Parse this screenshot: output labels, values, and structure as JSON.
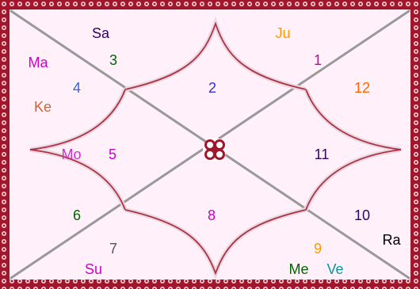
{
  "houses": [
    {
      "number": "1",
      "color": "#cc0099"
    },
    {
      "number": "2",
      "color": "#3333cc"
    },
    {
      "number": "3",
      "color": "#006600"
    },
    {
      "number": "4",
      "color": "#3366cc"
    },
    {
      "number": "5",
      "color": "#cc00cc"
    },
    {
      "number": "6",
      "color": "#006600"
    },
    {
      "number": "7",
      "color": "#555555"
    },
    {
      "number": "8",
      "color": "#cc00cc"
    },
    {
      "number": "9",
      "color": "#ff9900"
    },
    {
      "number": "10",
      "color": "#330066"
    },
    {
      "number": "11",
      "color": "#330066"
    },
    {
      "number": "12",
      "color": "#ff6600"
    }
  ],
  "planets": [
    {
      "abbr": "Sa",
      "color": "#330066"
    },
    {
      "abbr": "Ju",
      "color": "#ff9900"
    },
    {
      "abbr": "Ma",
      "color": "#cc00cc"
    },
    {
      "abbr": "Ke",
      "color": "#cc6633"
    },
    {
      "abbr": "Mo",
      "color": "#cc33cc"
    },
    {
      "abbr": "Ra",
      "color": "#000000"
    },
    {
      "abbr": "Su",
      "color": "#cc00cc"
    },
    {
      "abbr": "Me",
      "color": "#006600"
    },
    {
      "abbr": "Ve",
      "color": "#009999"
    }
  ],
  "colors": {
    "background": "#fff0fa",
    "border": "#a0162a",
    "diagonal": "#999999",
    "curve": "#b0304a",
    "center_motif": "#a0162a"
  }
}
